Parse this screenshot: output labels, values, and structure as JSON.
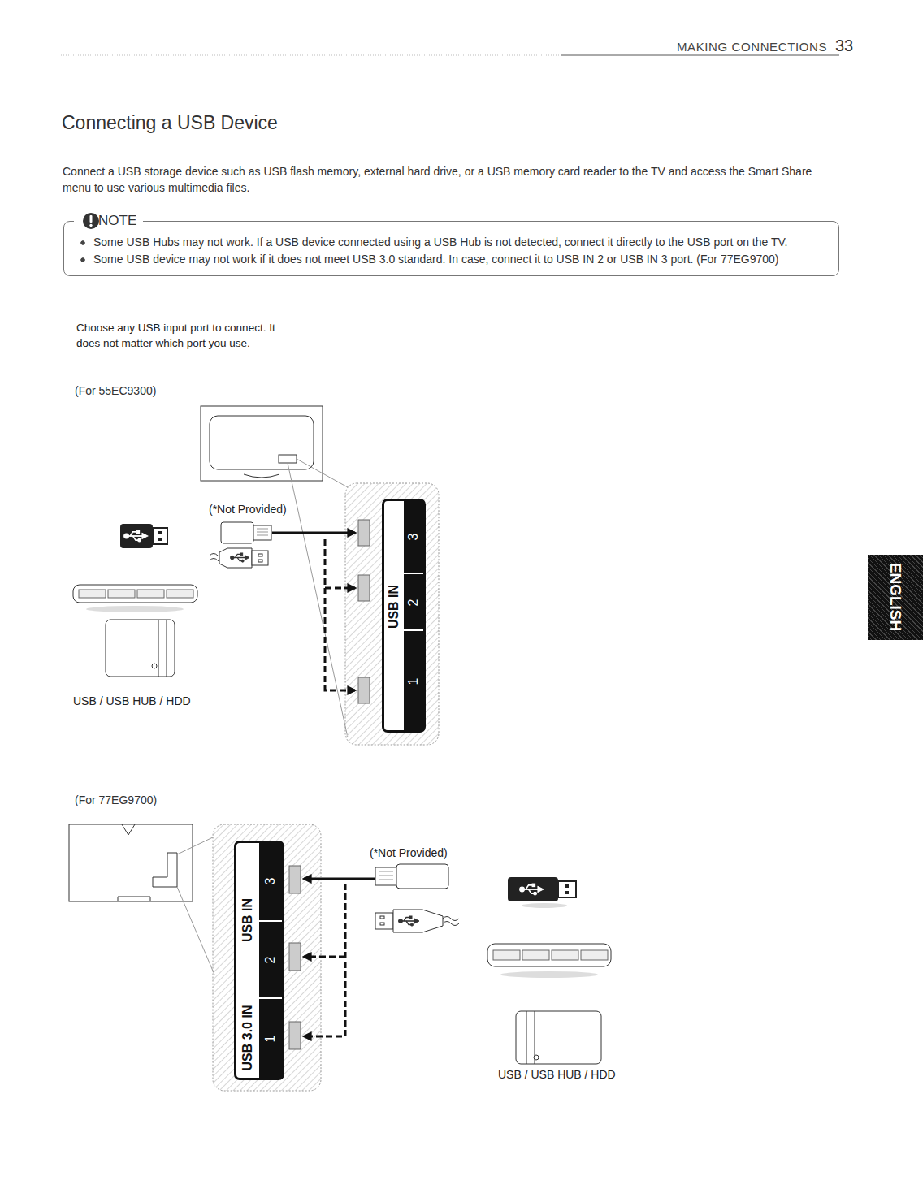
{
  "diagram": {
    "title": "Connecting a USB Device",
    "nodes": [
      {
        "text": [
          "NOTE",
          "Some USB Hubs may not work. If a USB device connected using a USB Hub is not detected, connect it directly to the USB port on the TV.",
          "Some USB device may not work if it does not meet USB 3.0 standard. In case, connect it to USB IN 2 or USB IN 3 port. (For 77EG9700)"
        ]
      },
      {
        "text": [
          "ENGLISH"
        ]
      },
      {
        "text": [
          "USB IN"
        ]
      },
      {
        "text": [
          "3"
        ],
        "in": 2
      },
      {
        "text": [
          "2"
        ],
        "in": 2
      },
      {
        "text": [
          "1"
        ],
        "in": 2
      },
      {
        "text": [
          "USB IN",
          "USB 3.0 IN"
        ]
      },
      {
        "text": [
          "3"
        ],
        "in": 6
      },
      {
        "text": [
          "2"
        ],
        "in": 6
      },
      {
        "text": [
          "1"
        ],
        "in": 6
      }
    ],
    "labels": [
      "MAKING CONNECTIONS",
      "33",
      "Connect a USB storage device such as USB flash memory, external hard drive, or a USB memory card reader to the TV and access the Smart Share menu to use various multimedia files.",
      "Choose any USB input port to connect. It does not matter which port you use.",
      "(For 55EC9300)",
      "(*Not Provided)",
      "USB / USB HUB / HDD",
      "(For 77EG9700)",
      "(*Not Provided)",
      "USB / USB HUB / HDD"
    ]
  }
}
